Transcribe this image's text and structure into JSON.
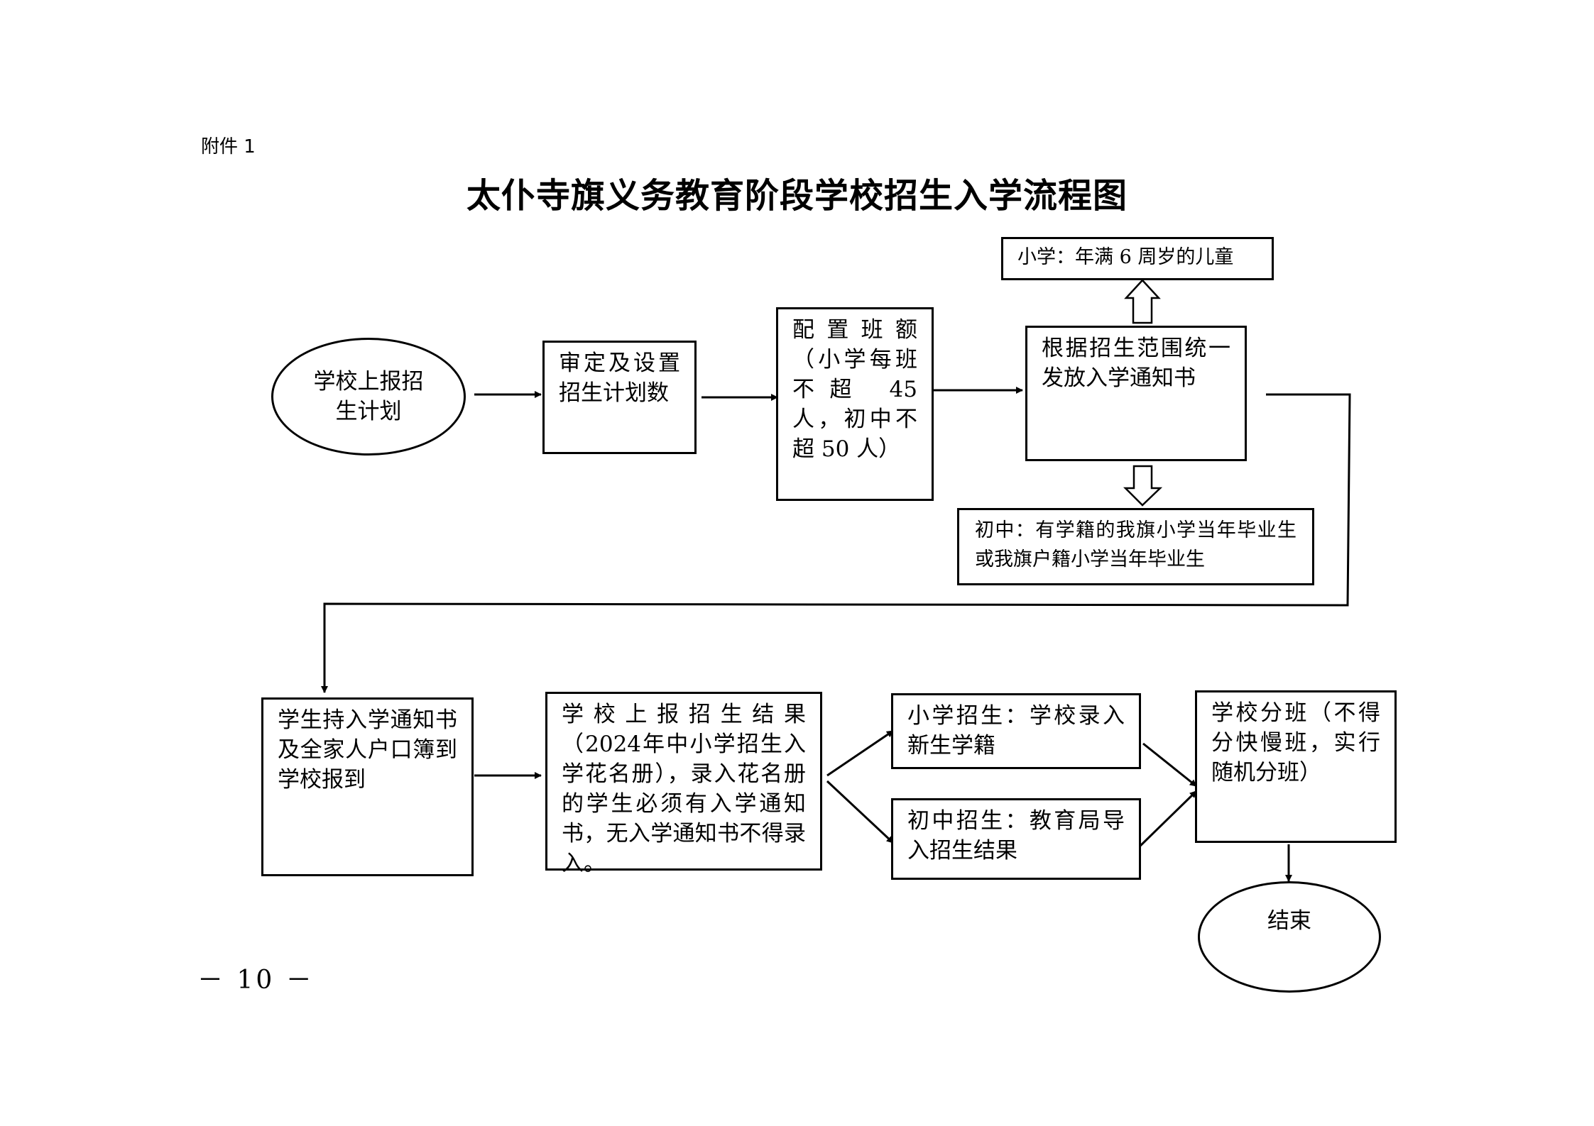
{
  "document": {
    "attachment_label": "附件 1",
    "title": "太仆寺旗义务教育阶段学校招生入学流程图",
    "page_number": "－ 10 －"
  },
  "flow": {
    "start": "学校上报招生计划",
    "review": "审定及设置招生计划数",
    "quota": "配 置 班 额（小学每班不超 45 人，初中不超 50 人）",
    "notice": "根据招生范围统一发放入学通知书",
    "primary_eligibility": "小学：年满 6 周岁的儿童",
    "junior_eligibility": "初中：有学籍的我旗小学当年毕业生或我旗户籍小学当年毕业生",
    "register": "学生持入学通知书及全家人户口簿到学校报到",
    "report": "学校上报招生结果（2024年中小学招生入学花名册），录入花名册的学生必须有入学通知书，无入学通知书不得录入。",
    "primary_enroll": "小学招生：学校录入新生学籍",
    "junior_enroll": "初中招生：教育局导入招生结果",
    "class_assign": "学校分班（不得分快慢班，实行随机分班）",
    "end": "结束"
  }
}
